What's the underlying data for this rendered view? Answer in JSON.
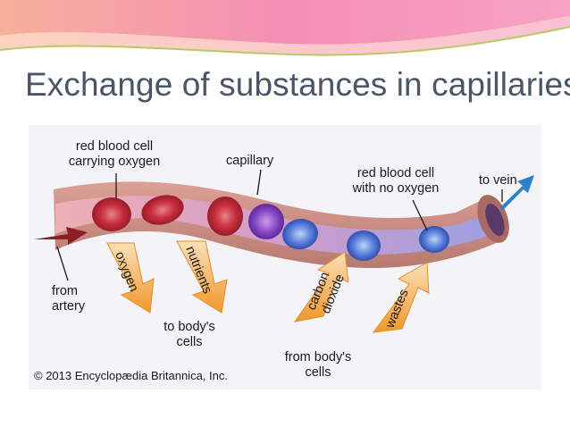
{
  "slide": {
    "title": "Exchange of substances in capillaries"
  },
  "diagram": {
    "labels": {
      "rbc_oxygen_line1": "red blood cell",
      "rbc_oxygen_line2": "carrying oxygen",
      "capillary": "capillary",
      "rbc_no_oxygen_line1": "red blood cell",
      "rbc_no_oxygen_line2": "with no oxygen",
      "to_vein": "to vein",
      "from_artery_line1": "from",
      "from_artery_line2": "artery",
      "to_body_cells_line1": "to body's",
      "to_body_cells_line2": "cells",
      "from_body_cells_line1": "from body's",
      "from_body_cells_line2": "cells"
    },
    "arrows": {
      "oxygen": "oxygen",
      "nutrients": "nutrients",
      "carbon_dioxide_line1": "carbon",
      "carbon_dioxide_line2": "dioxide",
      "wastes": "wastes"
    },
    "copyright": "© 2013 Encyclopædia Britannica, Inc.",
    "colors": {
      "vessel_wall": "#c98a80",
      "vessel_interior_start": "#e9a0a8",
      "vessel_interior_end": "#9e9ad8",
      "oxygenated_cell": "#c0303f",
      "deoxygenated_cell": "#4f6fd0",
      "exchange_arrow": "#f0a033",
      "artery_arrow": "#8b1f25",
      "vein_arrow": "#2f7fc8"
    }
  }
}
